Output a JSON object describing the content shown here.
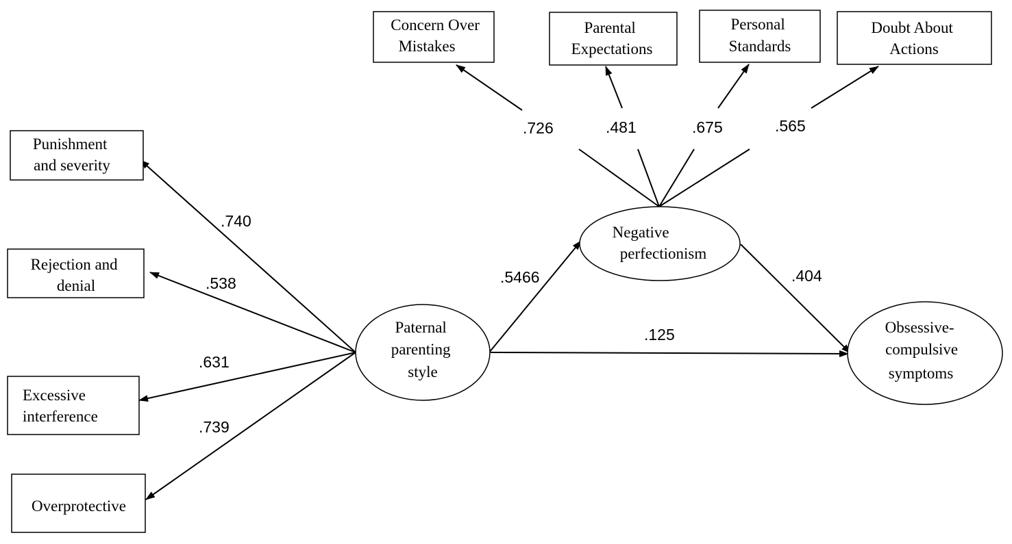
{
  "diagram": {
    "colors": {
      "stroke": "#000000",
      "background": "#ffffff",
      "text": "#000000"
    },
    "boxes": {
      "punishment": [
        "Punishment",
        "and severity"
      ],
      "rejection": [
        "Rejection and",
        "denial"
      ],
      "interference": [
        "Excessive",
        "interference"
      ],
      "overprotective": [
        "Overprotective"
      ],
      "concern": [
        "Concern Over",
        "Mistakes"
      ],
      "expectations": [
        "Parental",
        "Expectations"
      ],
      "standards": [
        "Personal",
        "Standards"
      ],
      "doubt": [
        "Doubt About",
        "Actions"
      ]
    },
    "latents": {
      "paternal": [
        "Paternal",
        "parenting",
        "style"
      ],
      "perfectionism": [
        "Negative",
        "perfectionism"
      ],
      "ocd": [
        "Obsessive-",
        "compulsive",
        "symptoms"
      ]
    },
    "coefficients": {
      "punishment": ".740",
      "rejection": ".538",
      "interference": ".631",
      "overprotective": ".739",
      "concern": ".726",
      "expectations": ".481",
      "standards": ".675",
      "doubt": ".565",
      "paternal_to_perfectionism": ".5466",
      "perfectionism_to_ocd": ".404",
      "paternal_to_ocd": ".125"
    }
  }
}
